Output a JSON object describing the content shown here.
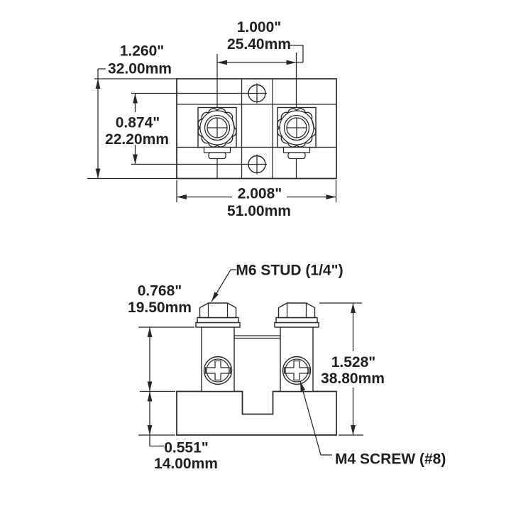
{
  "drawing": {
    "type": "dual-terminal power stud dimensional drawing",
    "colors": {
      "line": "#262626",
      "text": "#1f1f1f",
      "background": "#ffffff"
    }
  },
  "top_view": {
    "pitch_in": "1.000\"",
    "pitch_mm": "25.40mm",
    "height_in": "1.260\"",
    "height_mm": "32.00mm",
    "holes_in": "0.874\"",
    "holes_mm": "22.20mm",
    "width_in": "2.008\"",
    "width_mm": "51.00mm"
  },
  "front_view": {
    "body_in": "0.768\"",
    "body_mm": "19.50mm",
    "total_in": "1.528\"",
    "total_mm": "38.80mm",
    "base_in": "0.551\"",
    "base_mm": "14.00mm",
    "stud_label": "M6 STUD (1/4\")",
    "screw_label": "M4 SCREW (#8)"
  }
}
